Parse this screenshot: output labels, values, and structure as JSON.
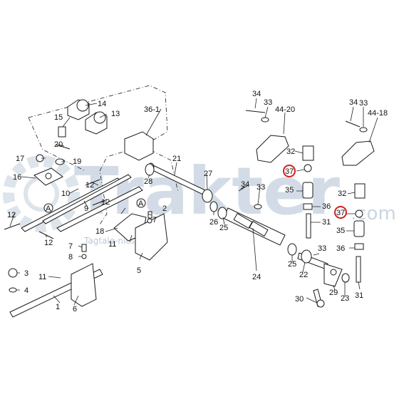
{
  "watermark": {
    "brand": "Trakter",
    "suffix": ".com",
    "sub": "Tagtale-nics"
  },
  "callouts": {
    "p1": "1",
    "p2": "2",
    "p3": "3",
    "p4": "4",
    "p5": "5",
    "p6": "6",
    "p7a": "7",
    "p7b": "7",
    "p8": "8",
    "p9": "9",
    "p10": "10",
    "p11a": "11",
    "p11b": "11",
    "p12a": "12",
    "p12b": "12",
    "p12c": "12",
    "p12d": "12",
    "p13": "13",
    "p14": "14",
    "p15": "15",
    "p16": "16",
    "p17": "17",
    "p18": "18",
    "p19": "19",
    "p20": "20",
    "p21": "21",
    "p22": "22",
    "p23": "23",
    "p24": "24",
    "p25a": "25",
    "p25b": "25",
    "p26": "26",
    "p27": "27",
    "p28": "28",
    "p29": "29",
    "p30": "30",
    "p31a": "31",
    "p31b": "31",
    "p32a": "32",
    "p32b": "32",
    "p33a": "33",
    "p33b": "33",
    "p33c": "33",
    "p33d": "33",
    "p34a": "34",
    "p34b": "34",
    "p34c": "34",
    "p35a": "35",
    "p35b": "35",
    "p36a": "36",
    "p36b": "36",
    "p36_1": "36-1",
    "p44_20": "44-20",
    "p44_18": "44-18",
    "p37a": "37",
    "p37b": "37",
    "markA1": "A",
    "markA2": "A"
  },
  "highlight_color": "#d42020",
  "line_color": "#1a1a1a"
}
